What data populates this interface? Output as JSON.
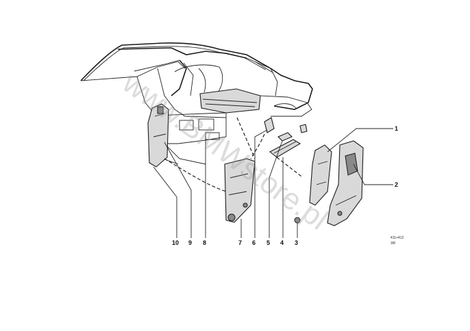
{
  "diagram": {
    "callouts": [
      "1",
      "2",
      "3",
      "4",
      "5",
      "6",
      "7",
      "8",
      "9",
      "10"
    ],
    "reference_lines": [
      "411+412",
      "3/8"
    ],
    "watermark": "www.BMWstore.pl"
  }
}
